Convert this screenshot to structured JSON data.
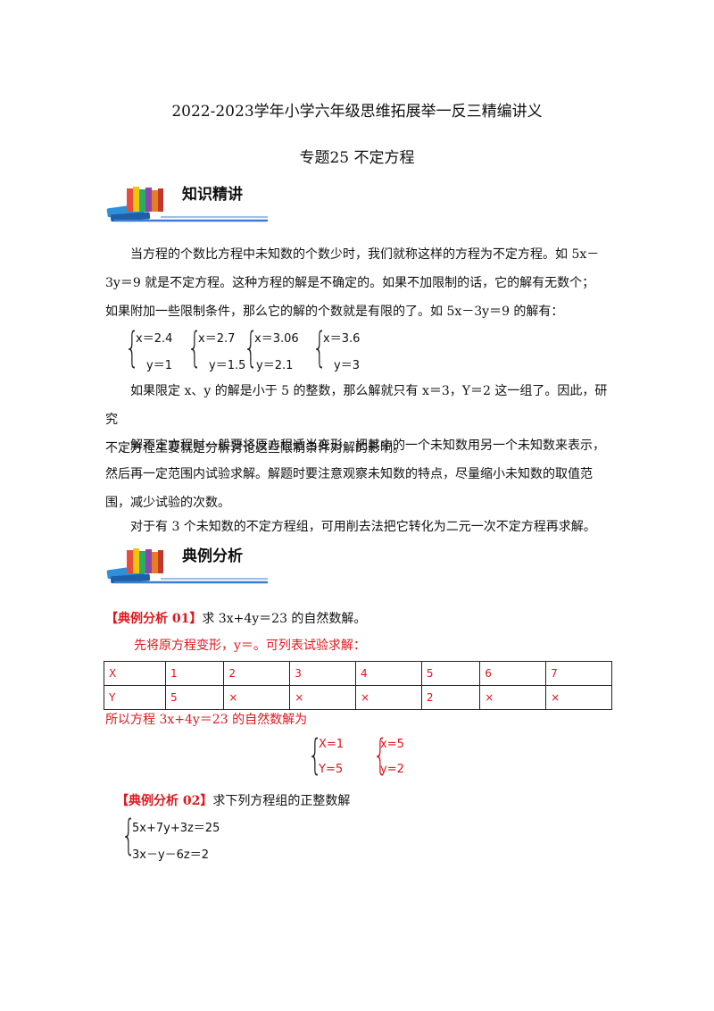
{
  "document": {
    "title": "2022-2023学年小学六年级思维拓展举一反三精编讲义",
    "subtitle": "专题25 不定方程"
  },
  "knowledge": {
    "banner": "知识精讲",
    "p1_l1": "当方程的个数比方程中未知数的个数少时，我们就称这样的方程为不定方程。如 5x－",
    "p1_l2": "3y＝9 就是不定方程。这种方程的解是不确定的。如果不加限制的话，它的解有无数个；",
    "p1_l3": "如果附加一些限制条件，那么它的解的个数就是有限的了。如 5x－3y＝9 的解有：",
    "solutions": [
      {
        "x": "x＝2.4",
        "y": "y＝1"
      },
      {
        "x": "x＝2.7",
        "y": "y＝1.5"
      },
      {
        "x": "x＝3.06",
        "y": "y＝2.1"
      },
      {
        "x": "x＝3.6",
        "y": "y＝3"
      }
    ],
    "p2_l1": "如果限定 x、y 的解是小于 5 的整数，那么解就只有 x＝3，Y＝2 这一组了。因此，研究",
    "p2_l2": "不定方程主要就是分析讨论这些限制条件对解的影响。",
    "p3_l1": "解不定方程时一般要将原方程适当变形，把其中的一个未知数用另一个未知数来表示，",
    "p3_l2": "然后再一定范围内试验求解。解题时要注意观察未知数的特点，尽量缩小未知数的取值范",
    "p3_l3": "围，减少试验的次数。",
    "p4": "对于有 3 个未知数的不定方程组，可用削去法把它转化为二元一次不定方程再求解。"
  },
  "examples": {
    "banner": "典例分析",
    "ex1": {
      "tag": "【典例分析 01】",
      "question": "求 3x+4y＝23 的自然数解。",
      "hint": "先将原方程变形，y＝。可列表试验求解：",
      "table": [
        [
          "X",
          "1",
          "2",
          "3",
          "4",
          "5",
          "6",
          "7"
        ],
        [
          "Y",
          "5",
          "×",
          "×",
          "×",
          "2",
          "×",
          "×"
        ]
      ],
      "conclusion": "所以方程 3x+4y＝23 的自然数解为",
      "answers": [
        {
          "x": "X=1",
          "y": "Y=5"
        },
        {
          "x": "x=5",
          "y": "y=2"
        }
      ]
    },
    "ex2": {
      "tag": "【典例分析 02】",
      "question": "求下列方程组的正整数解",
      "eq1": "5x+7y+3z＝25",
      "eq2": "3x－y－6z＝2"
    }
  },
  "colors": {
    "accent_red": "#e0151b",
    "banner_blue": "#3a7fd5"
  }
}
